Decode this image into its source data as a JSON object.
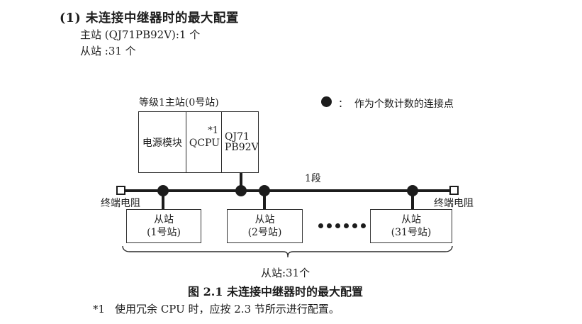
{
  "colors": {
    "ink": "#1c1c1c",
    "paper": "#ffffff"
  },
  "heading": {
    "title": "(1) 未连接中继器时的最大配置",
    "master_count_line": "主站 (QJ71PB92V):1 个",
    "slave_count_line": "从站 :31 个"
  },
  "diagram": {
    "master_station": {
      "label": "等级1主站(0号站)",
      "modules": {
        "power": "电源模块",
        "cpu": "QCPU",
        "cpu_footnote_ref": "*1",
        "profibus_line1": "QJ71",
        "profibus_line2": "PB92V"
      }
    },
    "legend": {
      "icon": "filled-circle",
      "text": "：  作为个数计数的连接点"
    },
    "bus": {
      "segment_label": "1段",
      "terminator_left_label": "终端电阻",
      "terminator_right_label": "终端电阻"
    },
    "slave_stations": [
      {
        "line1": "从站",
        "line2": "(1号站)"
      },
      {
        "line1": "从站",
        "line2": "(2号站)"
      },
      {
        "line1": "从站",
        "line2": "(31号站)"
      }
    ],
    "ellipsis_dot_count": 6,
    "brace_label": "从站:31个"
  },
  "caption": "图 2.1 未连接中继器时的最大配置",
  "footnote": {
    "marker": "*1",
    "text": "使用冗余 CPU 时，应按 2.3 节所示进行配置。"
  }
}
